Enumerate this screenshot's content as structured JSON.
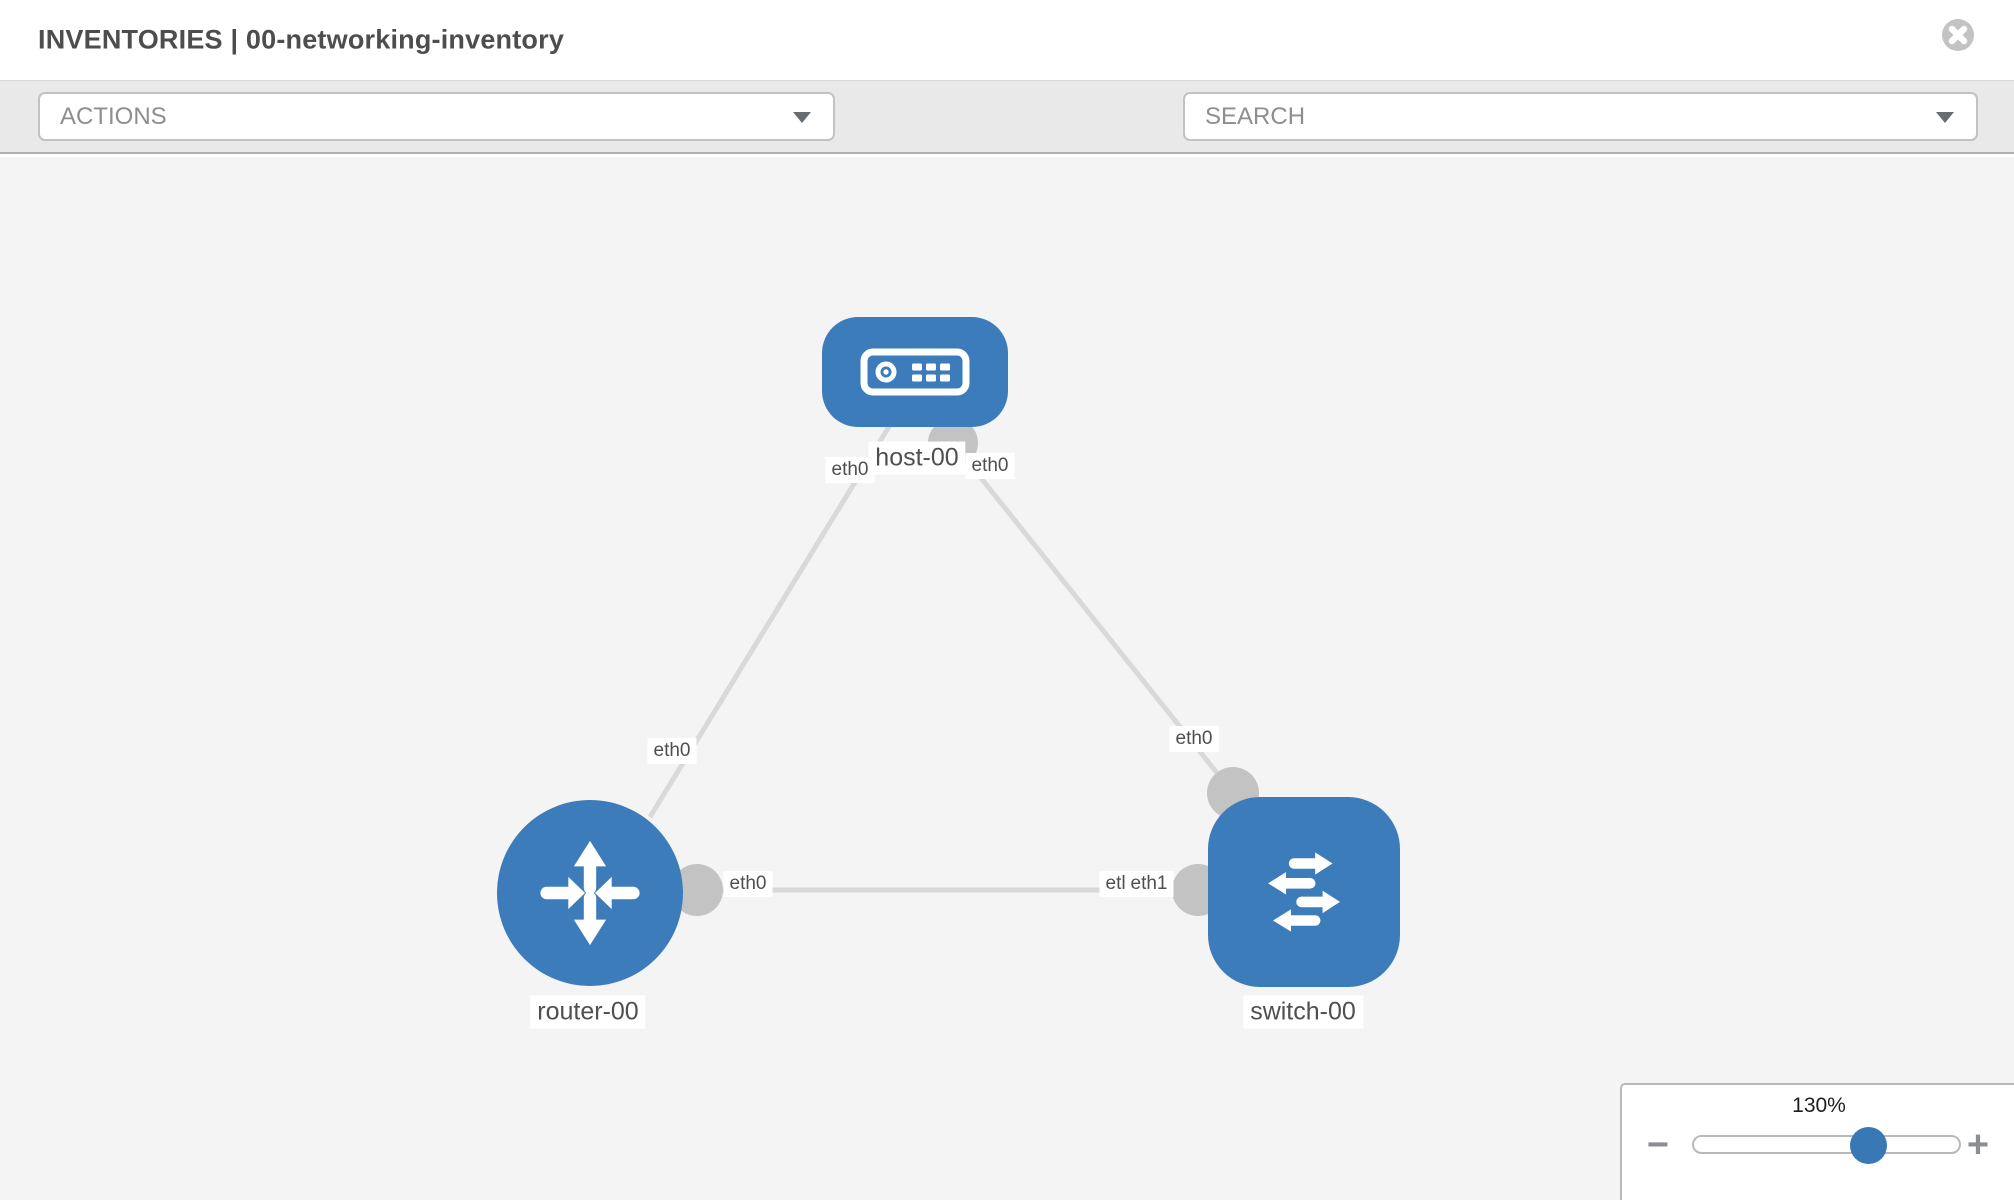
{
  "header": {
    "title": "INVENTORIES | 00-networking-inventory"
  },
  "toolbar": {
    "actions_label": "ACTIONS",
    "search_label": "SEARCH"
  },
  "topology": {
    "nodes": [
      {
        "id": "host-00",
        "type": "host",
        "label": "host-00"
      },
      {
        "id": "router-00",
        "type": "router",
        "label": "router-00"
      },
      {
        "id": "switch-00",
        "type": "switch",
        "label": "switch-00"
      }
    ],
    "links": [
      {
        "from": "host-00",
        "from_iface": "eth0",
        "to": "router-00",
        "to_iface": "eth0"
      },
      {
        "from": "host-00",
        "from_iface": "eth0",
        "to": "switch-00",
        "to_iface": "eth0"
      },
      {
        "from": "router-00",
        "from_iface": "eth0",
        "to": "switch-00",
        "to_iface": "eth1"
      }
    ],
    "occluded_chip": {
      "text": "eth0"
    }
  },
  "zoom_control": {
    "level": "130%",
    "minus_glyph": "−",
    "plus_glyph": "+",
    "thumb_percent": 65
  },
  "colors": {
    "node_blue": "#3c7cba",
    "slider_blue": "#3878b5",
    "link_gray": "#d9d9d9",
    "endpoint_gray": "#c3c3c3",
    "toolbar_bg": "#e9e9e9",
    "canvas_bg": "#f4f4f4"
  }
}
